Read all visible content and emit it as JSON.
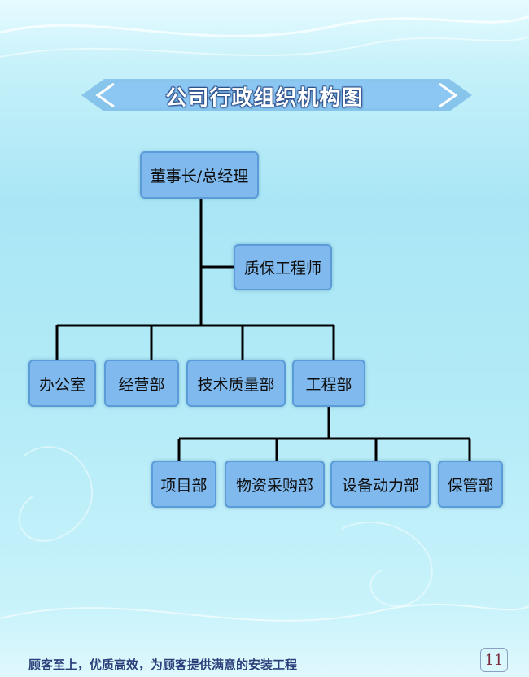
{
  "title": "公司行政组织机构图",
  "org": {
    "top": "董事长/总经理",
    "qa": "质保工程师",
    "departments": [
      "办公室",
      "经营部",
      "技术质量部",
      "工程部"
    ],
    "engineering_units": [
      "项目部",
      "物资采购部",
      "设备动力部",
      "保管部"
    ]
  },
  "footer": {
    "slogan": "顾客至上，优质高效，为顾客提供满意的安装工程",
    "page_number": "11"
  },
  "colors": {
    "node_fill": "#7fb9ee",
    "node_border": "#5a9bd8",
    "banner_fill": "#8cc6f2",
    "line": "#000000"
  }
}
